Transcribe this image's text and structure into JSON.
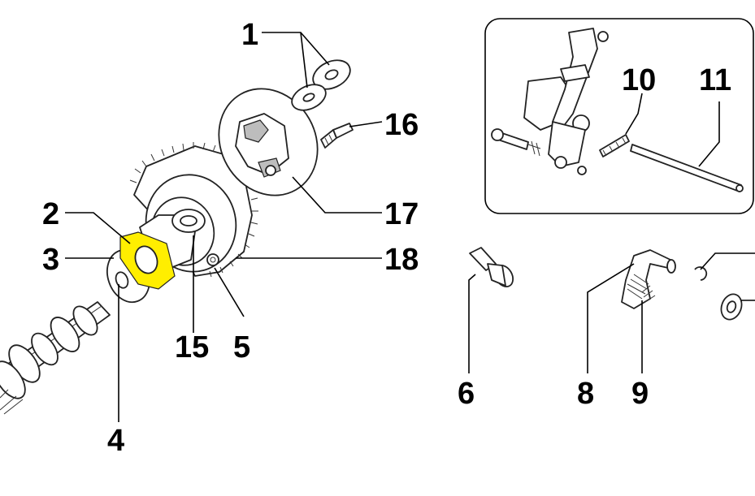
{
  "callouts": {
    "c1": "1",
    "c2": "2",
    "c3": "3",
    "c4": "4",
    "c5": "5",
    "c6": "6",
    "c8": "8",
    "c9": "9",
    "c10": "10",
    "c11": "11",
    "c15": "15",
    "c16": "16",
    "c17": "17",
    "c18": "18"
  },
  "highlight_color": "#ffee00"
}
